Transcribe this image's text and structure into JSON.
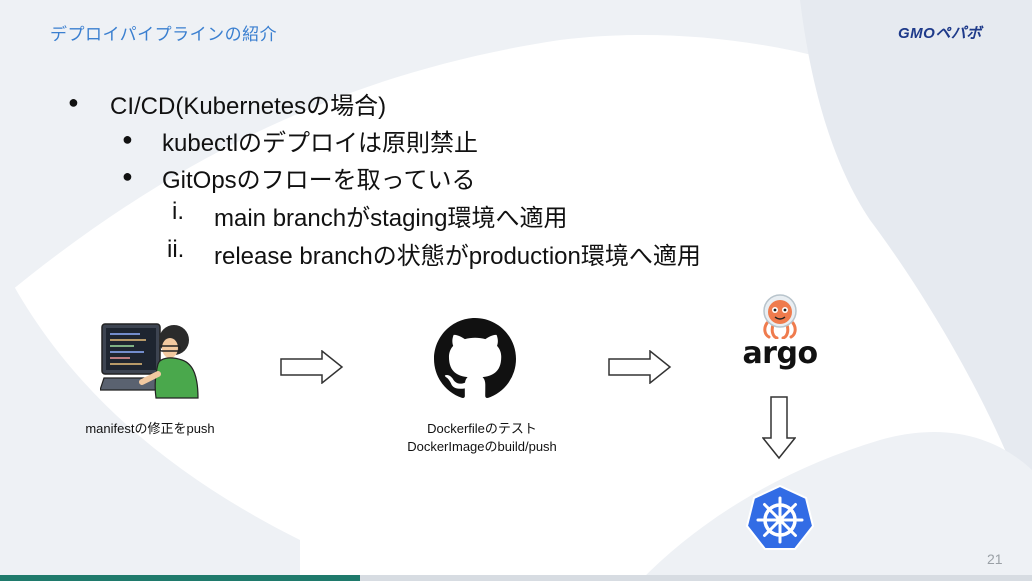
{
  "slide": {
    "title": "デプロイパイプラインの紹介",
    "logo_text": "GMOペパボ",
    "page_number": "21"
  },
  "content": {
    "level1": {
      "bullet": "●",
      "text": "CI/CD(Kubernetesの場合)"
    },
    "level2": [
      {
        "bullet": "●",
        "text": "kubectlのデプロイは原則禁止"
      },
      {
        "bullet": "●",
        "text": "GitOpsのフローを取っている"
      }
    ],
    "level3": [
      {
        "marker": "i.",
        "text": "main branchがstaging環境へ適用"
      },
      {
        "marker": "ii.",
        "text": "release branchの状態がproduction環境へ適用"
      }
    ]
  },
  "diagram": {
    "step1_caption": "manifestの修正をpush",
    "step2_caption_line1": "Dockerfileのテスト",
    "step2_caption_line2": "DockerImageのbuild/push",
    "argo_label": "argo",
    "icons": [
      "developer-illustration",
      "github-icon",
      "argo-icon",
      "kubernetes-icon",
      "arrow-right-icon",
      "arrow-down-icon"
    ]
  },
  "colors": {
    "title": "#3a7fd0",
    "logo": "#1e3a8a",
    "background_shape": "#eef1f5",
    "accent_bar": "#1f7a6c",
    "kubernetes": "#326ce5",
    "argo": "#ef7b4d"
  }
}
